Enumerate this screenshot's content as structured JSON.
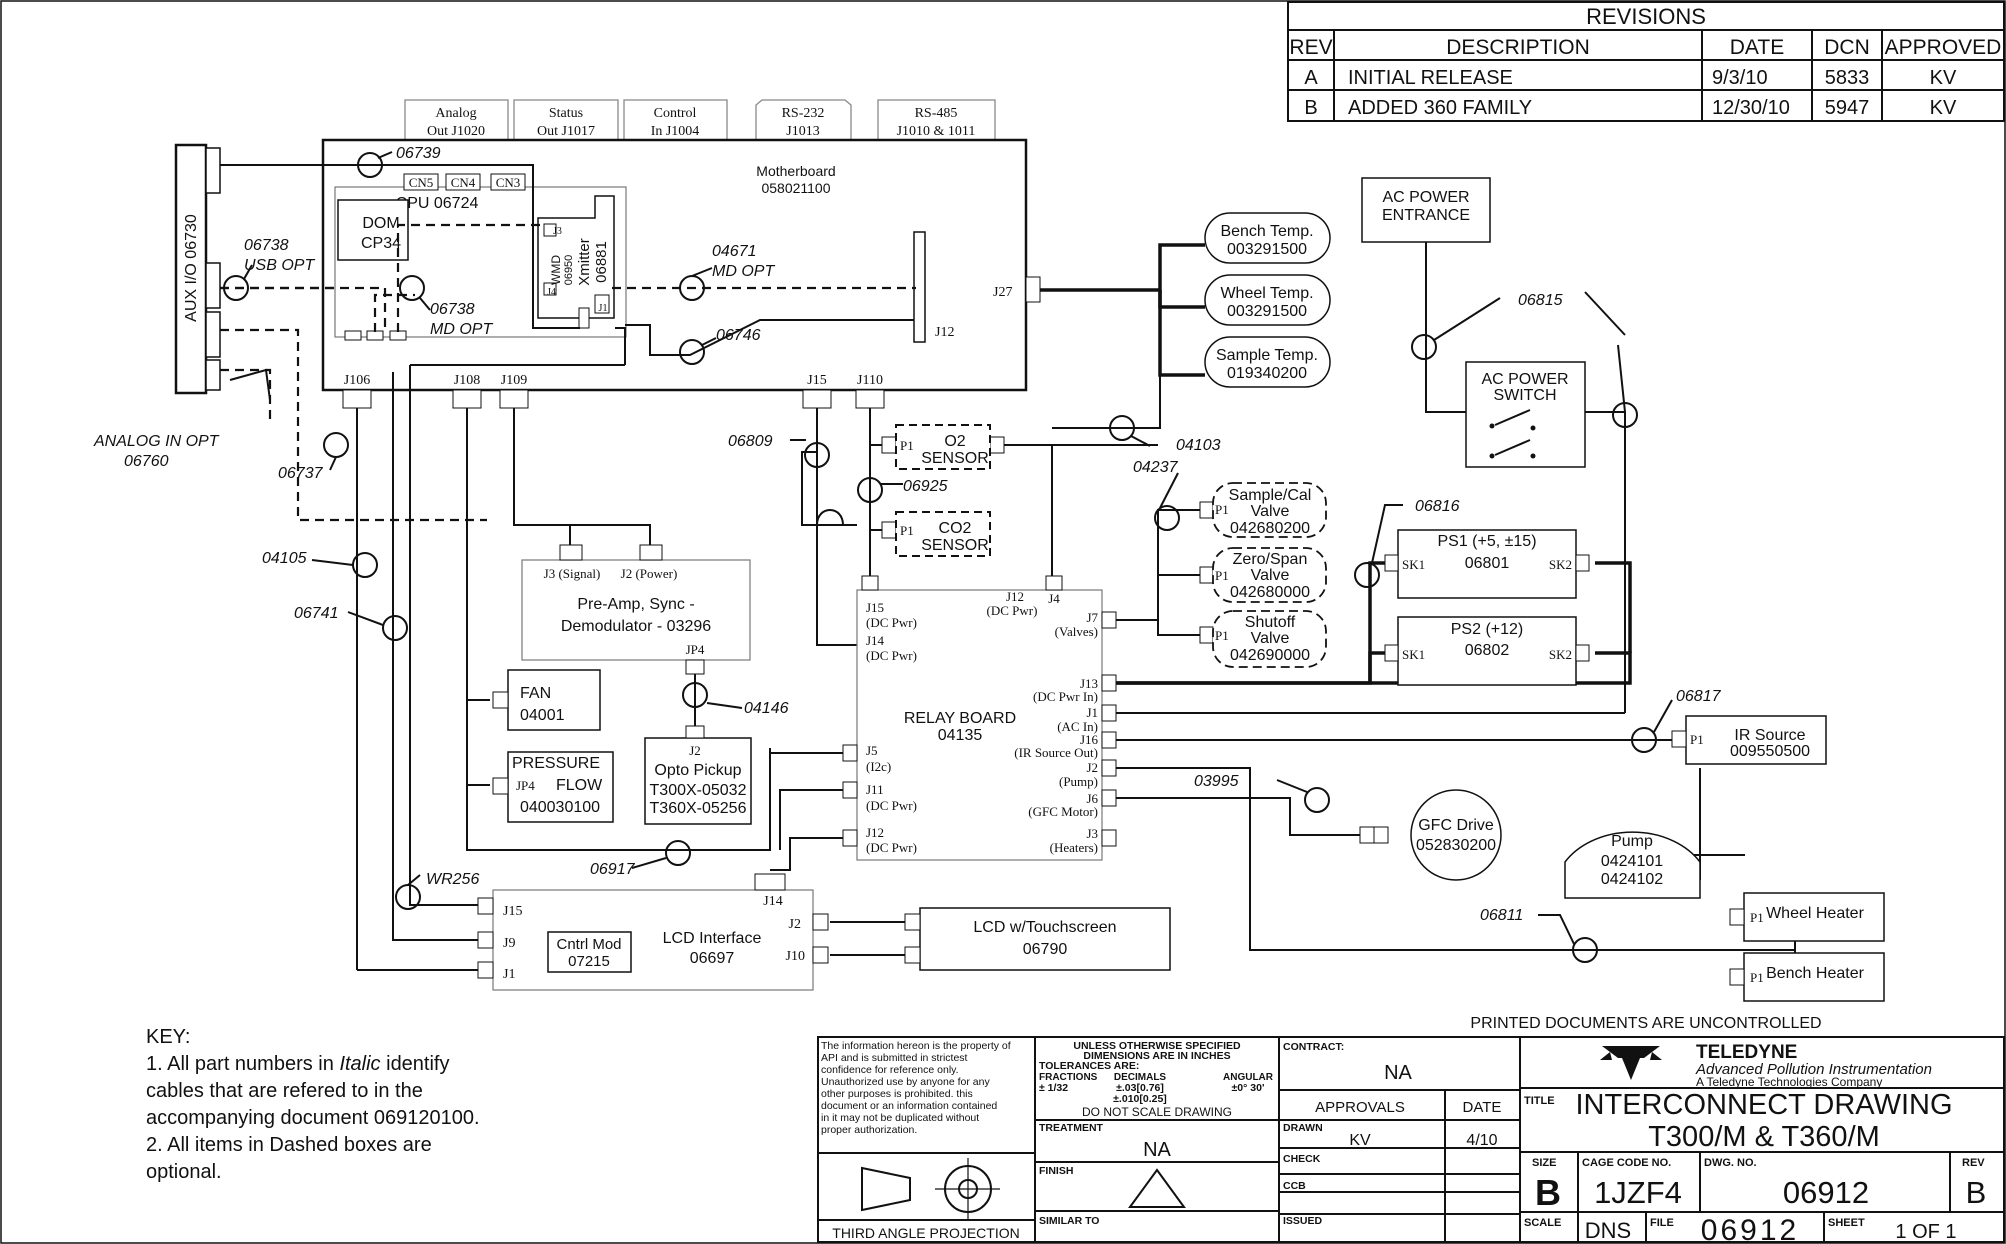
{
  "revisions": {
    "title": "REVISIONS",
    "headers": [
      "REV",
      "DESCRIPTION",
      "DATE",
      "DCN",
      "APPROVED"
    ],
    "rows": [
      [
        "A",
        "INITIAL RELEASE",
        "9/3/10",
        "5833",
        "KV"
      ],
      [
        "B",
        "ADDED 360 FAMILY",
        "12/30/10",
        "5947",
        "KV"
      ]
    ]
  },
  "connectors_top": [
    [
      "Analog",
      "Out J1020"
    ],
    [
      "Status",
      "Out J1017"
    ],
    [
      "Control",
      "In J1004"
    ],
    [
      "RS-232",
      "J1013"
    ],
    [
      "RS-485",
      "J1010 & 1011"
    ]
  ],
  "motherboard": {
    "name": "Motherboard",
    "pn": "058021100",
    "j27": "J27",
    "j12": "J12"
  },
  "cpu": {
    "cn": [
      "CN5",
      "CN4",
      "CN3"
    ],
    "label": "CPU 06724",
    "dom": [
      "DOM",
      "CP34"
    ]
  },
  "xmitter": {
    "wmd": "WMD",
    "wmd_pn": "06950",
    "j3": "J3",
    "j4": "J4",
    "name": "Xmitter",
    "pn": "06881",
    "j1": "J1"
  },
  "aux_io": "AUX I/O 06730",
  "mb_jacks": [
    "J106",
    "J108",
    "J109",
    "J15",
    "J110"
  ],
  "cables": {
    "c06739": "06739",
    "c06738_usb": [
      "06738",
      "USB OPT"
    ],
    "c06738_md": [
      "06738",
      "MD OPT"
    ],
    "c04671": [
      "04671",
      "MD OPT"
    ],
    "c06746": "06746",
    "analog_in": [
      "ANALOG IN OPT",
      "06760"
    ],
    "c06737": "06737",
    "c06809": "06809",
    "c06925": "06925",
    "c04103": "04103",
    "c04237": "04237",
    "c06815": "06815",
    "c06816": "06816",
    "c04105": "04105",
    "c06741": "06741",
    "c04146": "04146",
    "c06817": "06817",
    "c03995": "03995",
    "c06917": "06917",
    "cwr256": "WR256",
    "c06811": "06811"
  },
  "temps": [
    [
      "Bench Temp.",
      "003291500"
    ],
    [
      "Wheel Temp.",
      "003291500"
    ],
    [
      "Sample Temp.",
      "019340200"
    ]
  ],
  "ac": {
    "entrance": [
      "AC POWER",
      "ENTRANCE"
    ],
    "switch": [
      "AC POWER",
      "SWITCH"
    ]
  },
  "o2": {
    "p1": "P1",
    "label": [
      "O2",
      "SENSOR"
    ]
  },
  "co2": {
    "p1": "P1",
    "label": [
      "CO2",
      "SENSOR"
    ]
  },
  "valves": [
    {
      "p1": "P1",
      "lines": [
        "Sample/Cal",
        "Valve",
        "042680200"
      ]
    },
    {
      "p1": "P1",
      "lines": [
        "Zero/Span",
        "Valve",
        "042680000"
      ]
    },
    {
      "p1": "P1",
      "lines": [
        "Shutoff",
        "Valve",
        "042690000"
      ]
    }
  ],
  "ps1": {
    "label": "PS1 (+5, ±15)",
    "pn": "06801",
    "sk1": "SK1",
    "sk2": "SK2"
  },
  "ps2": {
    "label": "PS2 (+12)",
    "pn": "06802",
    "sk1": "SK1",
    "sk2": "SK2"
  },
  "preamp": {
    "j3": "J3 (Signal)",
    "j2": "J2 (Power)",
    "lines": [
      "Pre-Amp, Sync -",
      "Demodulator - 03296"
    ],
    "jp4": "JP4"
  },
  "relay": {
    "name": "RELAY BOARD",
    "pn": "04135",
    "j15": [
      "J15",
      "(DC Pwr)"
    ],
    "j14": [
      "J14",
      "(DC Pwr)"
    ],
    "j12top": [
      "J12",
      "(DC Pwr)"
    ],
    "j4": "J4",
    "j7": [
      "J7",
      "(Valves)"
    ],
    "j13": [
      "J13",
      "(DC Pwr In)"
    ],
    "j1": [
      "J1",
      "(AC In)"
    ],
    "j16": [
      "J16",
      "(IR Source Out)"
    ],
    "j2": [
      "J2",
      "(Pump)"
    ],
    "j6": [
      "J6",
      "(GFC Motor)"
    ],
    "j3": [
      "J3",
      "(Heaters)"
    ],
    "j5": [
      "J5",
      "(I2c)"
    ],
    "j11": [
      "J11",
      "(DC Pwr)"
    ],
    "j12": [
      "J12",
      "(DC Pwr)"
    ]
  },
  "fan": [
    "FAN",
    "04001"
  ],
  "pressure": {
    "lines": [
      "PRESSURE",
      "FLOW",
      "040030100"
    ],
    "jp4": "JP4"
  },
  "opto": {
    "j2": "J2",
    "lines": [
      "Opto Pickup",
      "T300X-05032",
      "T360X-05256"
    ]
  },
  "lcd_if": {
    "j15": "J15",
    "j9": "J9",
    "j1": "J1",
    "j14": "J14",
    "j2": "J2",
    "j10": "J10",
    "cntrl": [
      "Cntrl Mod",
      "07215"
    ],
    "lines": [
      "LCD Interface",
      "06697"
    ]
  },
  "lcd": [
    "LCD w/Touchscreen",
    "06790"
  ],
  "ir": {
    "p1": "P1",
    "lines": [
      "IR Source",
      "009550500"
    ]
  },
  "gfc": [
    "GFC Drive",
    "052830200"
  ],
  "pump": [
    "Pump",
    "0424101",
    "0424102"
  ],
  "heaters": [
    [
      "P1",
      "Wheel Heater"
    ],
    [
      "P1",
      "Bench Heater"
    ]
  ],
  "key": {
    "title": "KEY:",
    "l1a": "1. All part numbers in ",
    "l1b": "Italic",
    "l1c": " identify",
    "lines": [
      "cables that are refered to in the",
      "accompanying document 069120100.",
      "2. All items in Dashed boxes are",
      "optional."
    ]
  },
  "uncontrolled": "PRINTED DOCUMENTS ARE UNCONTROLLED",
  "notice": [
    "The information hereon is the property of",
    "API and is submitted in strictest",
    "confidence for reference only.",
    "Unauthorized use by anyone for any",
    "other purposes is prohibited.  this",
    "document or an information contained",
    "in it may not be duplicated without",
    "proper authorization."
  ],
  "projection": "THIRD ANGLE PROJECTION",
  "tolerances": {
    "l1": "UNLESS OTHERWISE SPECIFIED",
    "l2": "DIMENSIONS ARE IN INCHES",
    "l3": "TOLERANCES ARE:",
    "fr": "FRACTIONS",
    "fr_v": "± 1/32",
    "dec": "DECIMALS",
    "dec_v1": "±.03[0.76]",
    "dec_v2": "±.010[0.25]",
    "ang": "ANGULAR",
    "ang_v": "±0° 30'",
    "noscale": "DO NOT SCALE DRAWING"
  },
  "treatment": {
    "label": "TREATMENT",
    "value": "NA"
  },
  "finish": "FINISH",
  "similar": "SIMILAR TO",
  "contract": {
    "label": "CONTRACT:",
    "value": "NA"
  },
  "approvals": "APPROVALS",
  "date_h": "DATE",
  "drawn": {
    "label": "DRAWN",
    "by": "KV",
    "date": "4/10"
  },
  "check": "CHECK",
  "ccb": "CCB",
  "issued": "ISSUED",
  "company": {
    "name": "TELEDYNE",
    "sub1": "Advanced Pollution Instrumentation",
    "sub2": "A Teledyne Technologies Company"
  },
  "title_label": "TITLE",
  "title": [
    "INTERCONNECT DRAWING",
    "T300/M & T360/M"
  ],
  "size": {
    "label": "SIZE",
    "value": "B"
  },
  "cage": {
    "label": "CAGE CODE NO.",
    "value": "1JZF4"
  },
  "dwg": {
    "label": "DWG. NO.",
    "value": "06912"
  },
  "rev": {
    "label": "REV",
    "value": "B"
  },
  "scale": {
    "label": "SCALE",
    "value": "DNS"
  },
  "file": {
    "label": "FILE",
    "value": "06912"
  },
  "sheet": {
    "label": "SHEET",
    "value": "1 OF 1"
  }
}
